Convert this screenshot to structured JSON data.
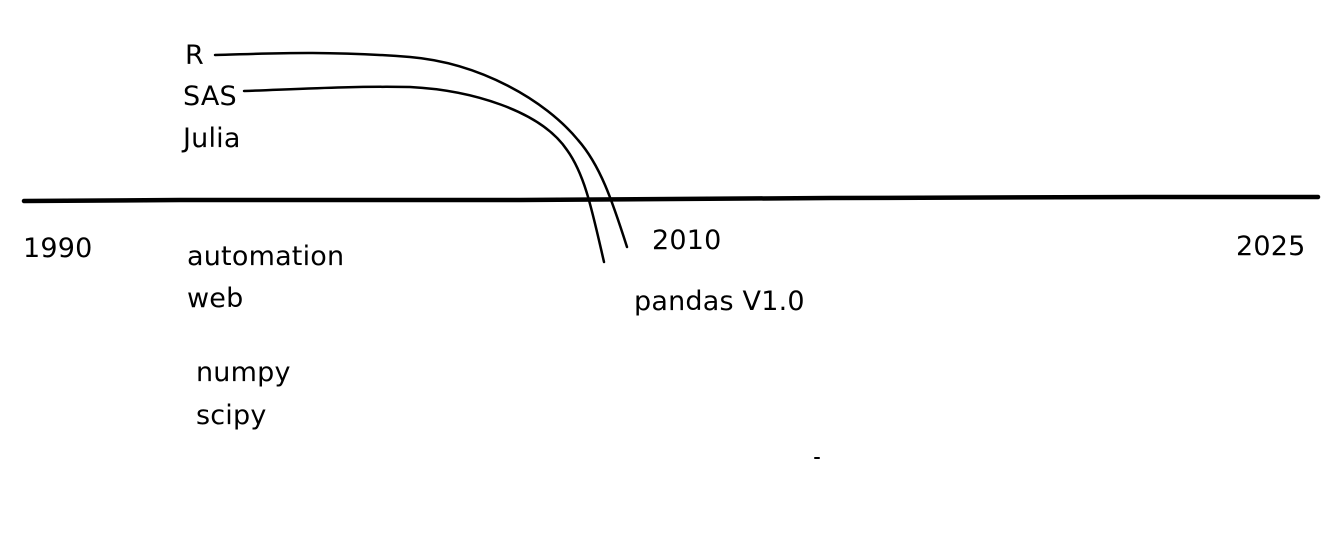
{
  "timeline": {
    "start_year": "1990",
    "mid_year": "2010",
    "end_year": "2025"
  },
  "upper_group": {
    "items": [
      "R",
      "SAS",
      "Julia"
    ]
  },
  "lower_group_1": {
    "items": [
      "automation",
      "web"
    ]
  },
  "lower_group_2": {
    "items": [
      "numpy",
      "scipy"
    ]
  },
  "milestone": {
    "label": "pandas V1.0"
  },
  "colors": {
    "ink": "#000000",
    "background": "#ffffff"
  }
}
